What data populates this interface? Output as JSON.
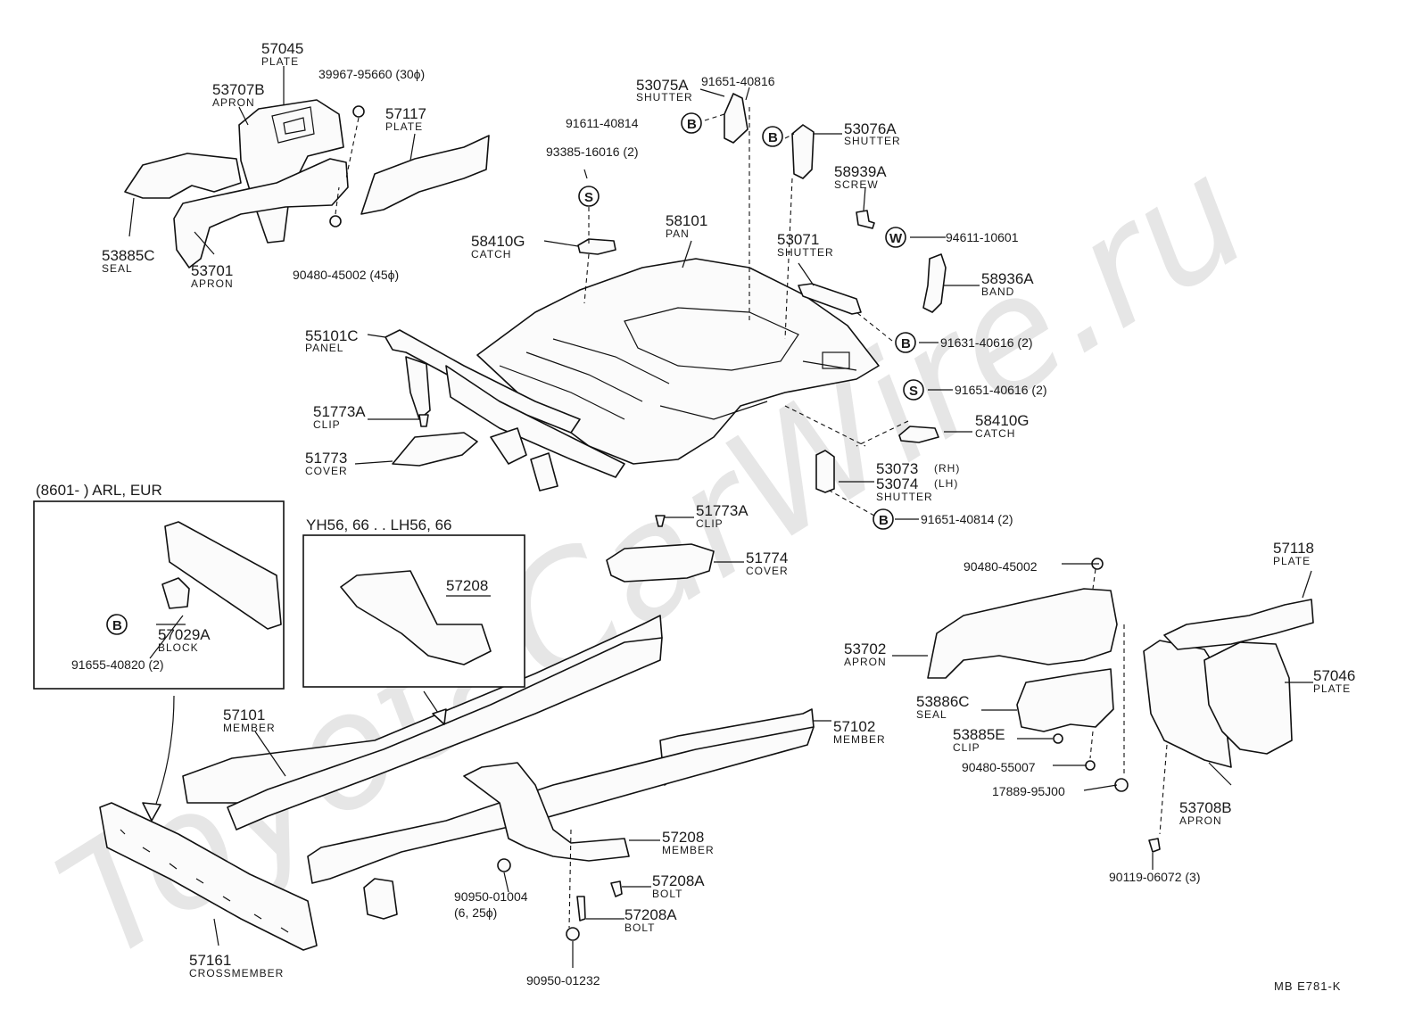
{
  "watermark": "ToyotaCarWire.ru",
  "footer_code": "MB  E781-K",
  "insets": [
    {
      "header": "(8601-          ) ARL, EUR"
    },
    {
      "header": "YH56, 66 . . LH56, 66"
    }
  ],
  "callouts": [
    {
      "num": "57045",
      "name": "PLATE"
    },
    {
      "num": "53707B",
      "name": "APRON"
    },
    {
      "num": "57117",
      "name": "PLATE"
    },
    {
      "num": "53885C",
      "name": "SEAL"
    },
    {
      "num": "53701",
      "name": "APRON"
    },
    {
      "num": "53075A",
      "name": "SHUTTER"
    },
    {
      "num": "53076A",
      "name": "SHUTTER"
    },
    {
      "num": "58939A",
      "name": "SCREW"
    },
    {
      "num": "58101",
      "name": "PAN"
    },
    {
      "num": "58410G",
      "name": "CATCH"
    },
    {
      "num": "53071",
      "name": "SHUTTER"
    },
    {
      "num": "58936A",
      "name": "BAND"
    },
    {
      "num": "55101C",
      "name": "PANEL"
    },
    {
      "num": "51773A",
      "name": "CLIP"
    },
    {
      "num": "51773",
      "name": "COVER"
    },
    {
      "num": "58410G",
      "name": "CATCH"
    },
    {
      "num": "53073",
      "name": ""
    },
    {
      "num": "53074",
      "name": "SHUTTER"
    },
    {
      "num": "51773A",
      "name": "CLIP"
    },
    {
      "num": "51774",
      "name": "COVER"
    },
    {
      "num": "57029A",
      "name": "BLOCK"
    },
    {
      "num": "57208",
      "name": ""
    },
    {
      "num": "57118",
      "name": "PLATE"
    },
    {
      "num": "53702",
      "name": "APRON"
    },
    {
      "num": "57046",
      "name": "PLATE"
    },
    {
      "num": "53886C",
      "name": "SEAL"
    },
    {
      "num": "53885E",
      "name": "CLIP"
    },
    {
      "num": "57101",
      "name": "MEMBER"
    },
    {
      "num": "57102",
      "name": "MEMBER"
    },
    {
      "num": "53708B",
      "name": "APRON"
    },
    {
      "num": "57208",
      "name": "MEMBER"
    },
    {
      "num": "57208A",
      "name": "BOLT"
    },
    {
      "num": "57208A",
      "name": "BOLT"
    },
    {
      "num": "57161",
      "name": "CROSSMEMBER"
    }
  ],
  "side_labels": {
    "rh": "(RH)",
    "lh": "(LH)"
  },
  "part_numbers": [
    "39967-95660 (30ϕ)",
    "90480-45002 (45ϕ)",
    "91651-40816",
    "91611-40814",
    "93385-16016 (2)",
    "94611-10601",
    "91631-40616 (2)",
    "91651-40616 (2)",
    "91651-40814 (2)",
    "91655-40820 (2)",
    "90480-45002",
    "90480-55007",
    "17889-95J00",
    "90950-01004",
    "(6, 25ϕ)",
    "90119-06072 (3)",
    "90950-01232"
  ],
  "symbols": [
    "B",
    "B",
    "S",
    "W",
    "B",
    "S",
    "B",
    "B"
  ]
}
